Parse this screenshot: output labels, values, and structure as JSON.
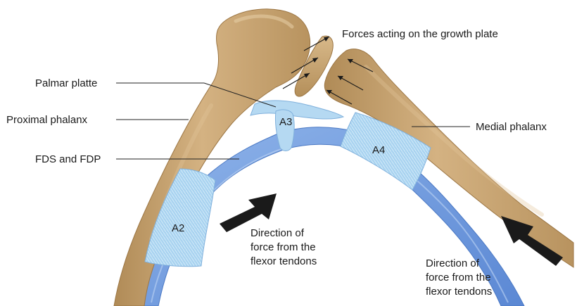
{
  "labels": {
    "forces_growth_plate": "Forces acting on the growth plate",
    "palmar_plate": "Palmar platte",
    "proximal_phalanx": "Proximal phalanx",
    "fds_fdp": "FDS and FDP",
    "medial_phalanx": "Medial phalanx",
    "direction_left": [
      "Direction of",
      "force from the",
      "flexor tendons"
    ],
    "direction_right": [
      "Direction of",
      "force from the",
      "flexor tendons"
    ]
  },
  "pulleys": {
    "a2": "A2",
    "a3": "A3",
    "a4": "A4"
  },
  "colors": {
    "bone": "#c9a673",
    "bone_shadow": "#a8824e",
    "bone_highlight": "#dfc298",
    "tendon": "#6e9ee0",
    "tendon_dark": "#4f7fcc",
    "pulley": "#a9d3f0",
    "arrow": "#1a1a1a"
  }
}
